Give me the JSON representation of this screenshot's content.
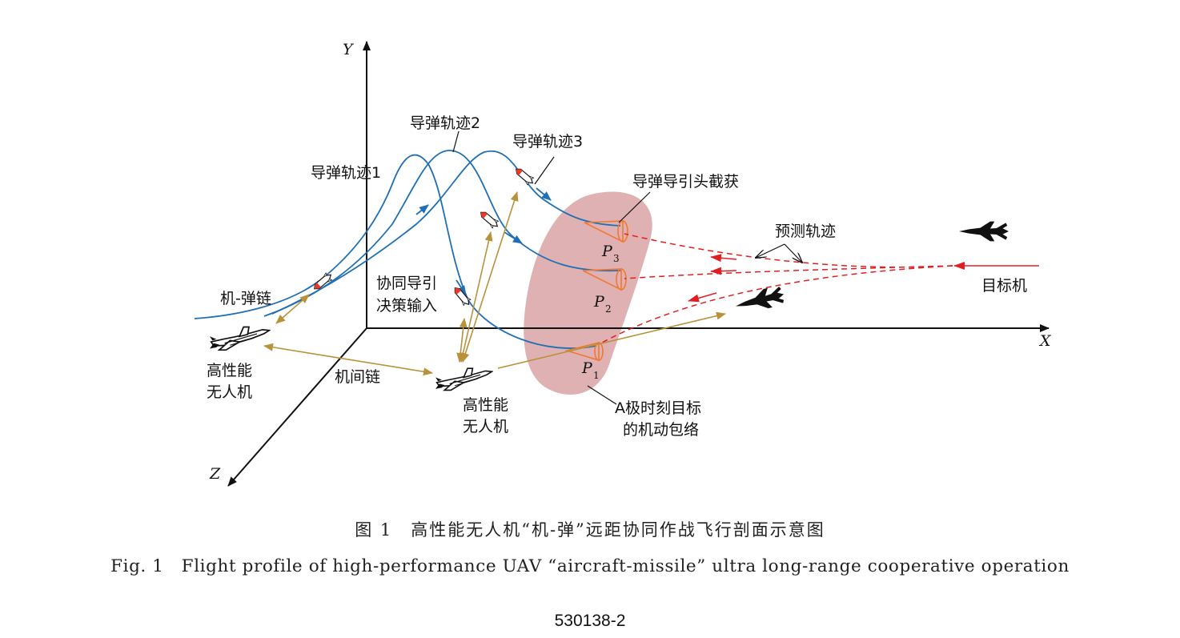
{
  "diagram": {
    "axes": {
      "x": "X",
      "y": "Y",
      "z": "Z"
    },
    "labels": {
      "traj1": "导弹轨迹1",
      "traj2": "导弹轨迹2",
      "traj3": "导弹轨迹3",
      "seeker": "导弹导引头截获",
      "predicted": "预测轨迹",
      "target": "目标机",
      "link_am": "机-弹链",
      "coop_line1": "协同导引",
      "coop_line2": "决策输入",
      "uav1_line1": "高性能",
      "uav1_line2": "无人机",
      "uav2_line1": "高性能",
      "uav2_line2": "无人机",
      "interlink": "机间链",
      "envelope_line1": "A极时刻目标",
      "envelope_line2": "的机动包络"
    },
    "points": [
      {
        "letter": "P",
        "sub": "1"
      },
      {
        "letter": "P",
        "sub": "2"
      },
      {
        "letter": "P",
        "sub": "3"
      }
    ],
    "colors": {
      "trajectory": "#1f6fb5",
      "link": "#b8923a",
      "predicted": "#e02020",
      "cone": "#f07830",
      "envelope": "#d9a3a6",
      "axis": "#111111"
    }
  },
  "caption": {
    "cn": "图 1　高性能无人机“机-弹”远距协同作战飞行剖面示意图",
    "en": "Fig. 1　Flight profile of high-performance UAV “aircraft-missile” ultra long-range cooperative operation"
  },
  "page_number": "530138-2"
}
